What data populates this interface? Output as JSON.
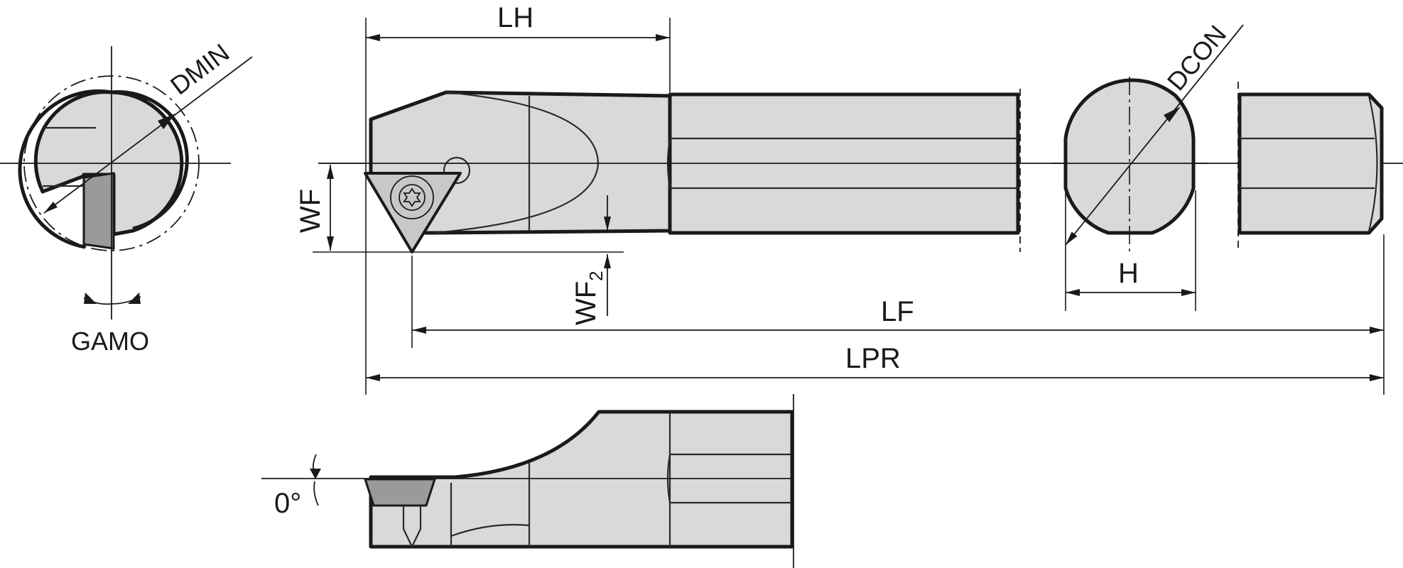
{
  "labels": {
    "dmin": "DMIN",
    "gamo": "GAMO",
    "lh": "LH",
    "wf": "WF",
    "wf2_main": "WF",
    "wf2_sub": "2",
    "dcon": "DCON",
    "h": "H",
    "lf": "LF",
    "lpr": "LPR",
    "angle": "0°"
  },
  "colors": {
    "body_fill": "#d9d9d9",
    "outline": "#1a1a1a",
    "background": "#ffffff"
  }
}
